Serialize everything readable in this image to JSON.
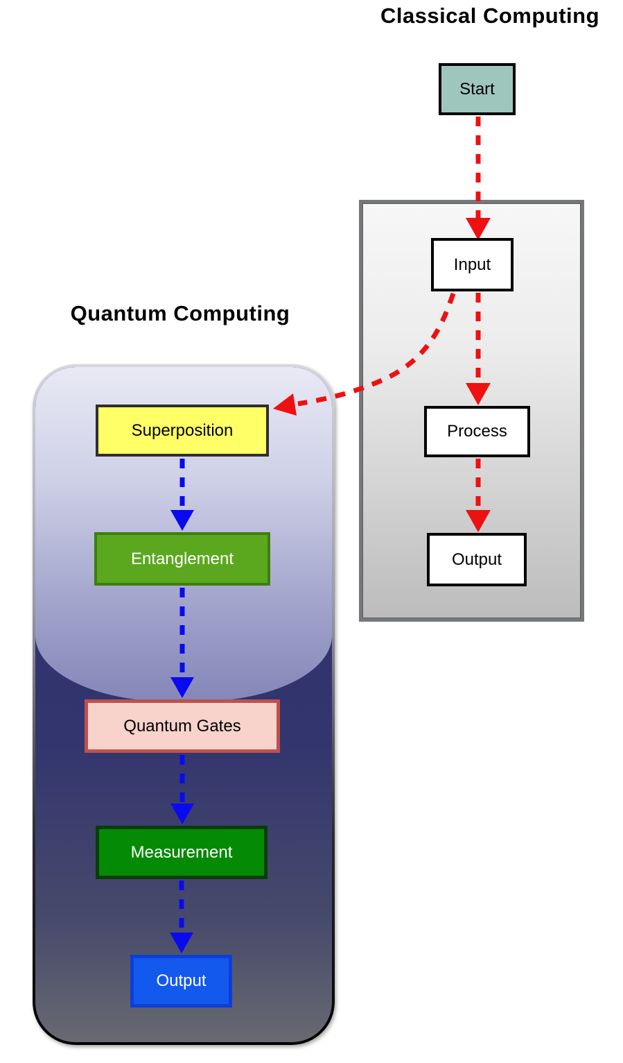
{
  "classical": {
    "title": "Classical Computing",
    "nodes": {
      "start": "Start",
      "input": "Input",
      "process": "Process",
      "output": "Output"
    }
  },
  "quantum": {
    "title": "Quantum Computing",
    "nodes": {
      "superposition": "Superposition",
      "entanglement": "Entanglement",
      "quantum_gates": "Quantum Gates",
      "measurement": "Measurement",
      "output": "Output"
    }
  },
  "edges": {
    "classical_flow": [
      "Start -> Input",
      "Input -> Process",
      "Process -> Output"
    ],
    "cross_flow": [
      "Input -> Superposition"
    ],
    "quantum_flow": [
      "Superposition -> Entanglement",
      "Entanglement -> Quantum Gates",
      "Quantum Gates -> Measurement",
      "Measurement -> Output"
    ]
  },
  "colors": {
    "red_arrow": "#ed1111",
    "blue_arrow": "#0a0af0",
    "start_fill": "#9fc6bd",
    "classical_panel_border": "#75787b",
    "superposition_fill": "#ffff66",
    "entanglement_fill": "#5ba81e",
    "quantum_gates_fill": "#f8d3cb",
    "quantum_gates_border": "#c0504d",
    "measurement_fill": "#058a05",
    "quantum_output_fill": "#1459ee",
    "quantum_panel_top": "#e9e9f5",
    "quantum_panel_mid": "#32356e",
    "quantum_panel_bottom": "#696971"
  }
}
